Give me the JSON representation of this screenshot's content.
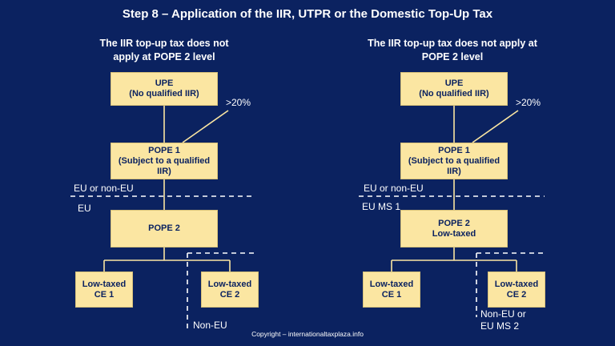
{
  "title": "Step 8 – Application of the IIR, UTPR or the Domestic Top-Up Tax",
  "left": {
    "heading_line1": "The IIR top-up tax does not",
    "heading_line2": "apply at POPE 2 level",
    "upe_line1": "UPE",
    "upe_line2": "(No qualified IIR)",
    "threshold": ">20%",
    "pope1_line1": "POPE 1",
    "pope1_line2": "(Subject to a qualified",
    "pope1_line3": "IIR)",
    "border_above": "EU or non-EU",
    "border_below": "EU",
    "pope2_line1": "POPE 2",
    "ce1_line1": "Low-taxed",
    "ce1_line2": "CE 1",
    "ce2_line1": "Low-taxed",
    "ce2_line2": "CE 2",
    "ce2_jurisdiction_line1": "Non-EU"
  },
  "right": {
    "heading_line1": "The IIR top-up tax does not apply at",
    "heading_line2": "POPE 2 level",
    "upe_line1": "UPE",
    "upe_line2": "(No qualified IIR)",
    "threshold": ">20%",
    "pope1_line1": "POPE 1",
    "pope1_line2": "(Subject to a qualified",
    "pope1_line3": "IIR)",
    "border_above": "EU or non-EU",
    "border_below": "EU MS 1",
    "pope2_line1": "POPE 2",
    "pope2_line2": "Low-taxed",
    "ce1_line1": "Low-taxed",
    "ce1_line2": "CE 1",
    "ce2_line1": "Low-taxed",
    "ce2_line2": "CE 2",
    "ce2_jurisdiction_line1": "Non-EU or",
    "ce2_jurisdiction_line2": "EU MS 2"
  },
  "copyright": "Copyright – internationaltaxplaza.info",
  "colors": {
    "background": "#0b2260",
    "box_fill": "#fbe6a2",
    "box_text": "#0b2260",
    "line": "#fbe6a2",
    "text": "#ffffff"
  }
}
